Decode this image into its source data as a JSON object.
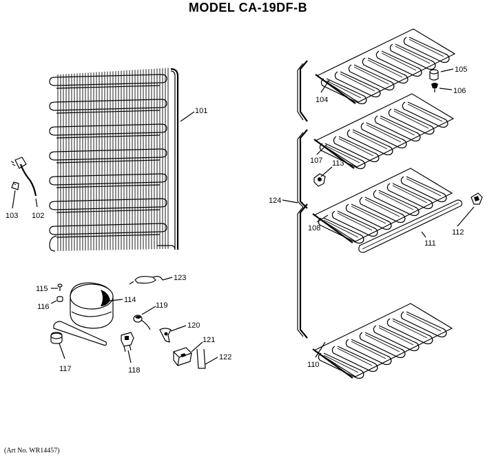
{
  "title": "MODEL CA-19DF-B",
  "art_number": "(Art No. WR14457)",
  "callouts": {
    "c101": "101",
    "c102": "102",
    "c103": "103",
    "c104": "104",
    "c105": "105",
    "c106": "106",
    "c107": "107",
    "c108": "108",
    "c110": "110",
    "c111": "111",
    "c112": "112",
    "c113": "113",
    "c114": "114",
    "c115": "115",
    "c116": "116",
    "c117": "117",
    "c118": "118",
    "c119": "119",
    "c120": "120",
    "c121": "121",
    "c122": "122",
    "c123": "123",
    "c124": "124"
  }
}
